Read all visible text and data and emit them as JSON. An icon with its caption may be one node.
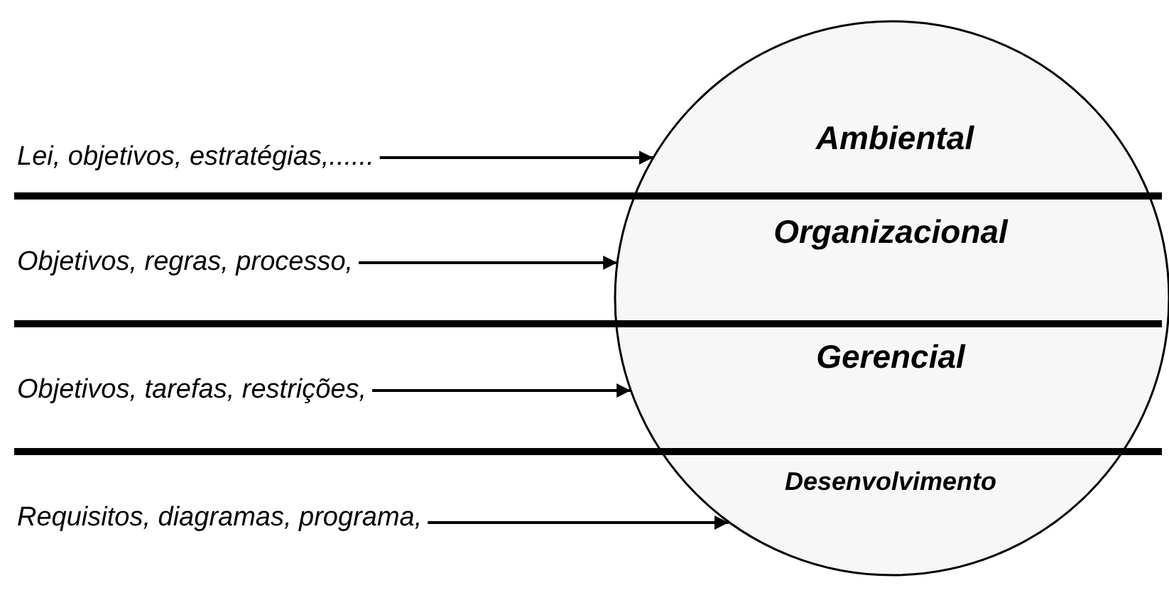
{
  "diagram": {
    "nodes": [
      {
        "text": [],
        "shape": "circle"
      },
      {
        "text": [
          "Ambiental"
        ],
        "in": 0
      },
      {
        "text": [
          "Organizacional"
        ],
        "in": 0
      },
      {
        "text": [
          "Gerencial"
        ],
        "in": 0
      },
      {
        "text": [
          "Desenvolvimento"
        ],
        "in": 0
      },
      {
        "text": [
          "Lei, objetivos, estratégias,......"
        ]
      },
      {
        "text": [
          "Objetivos, regras, processo,"
        ]
      },
      {
        "text": [
          "Objetivos, tarefas, restrições,"
        ]
      },
      {
        "text": [
          "Requisitos, diagramas, programa,"
        ]
      }
    ],
    "edges": [
      {
        "from": 5,
        "to": 0,
        "arrow": "to"
      },
      {
        "from": 6,
        "to": 0,
        "arrow": "to"
      },
      {
        "from": 7,
        "to": 0,
        "arrow": "to"
      },
      {
        "from": 8,
        "to": 0,
        "arrow": "to"
      }
    ]
  }
}
